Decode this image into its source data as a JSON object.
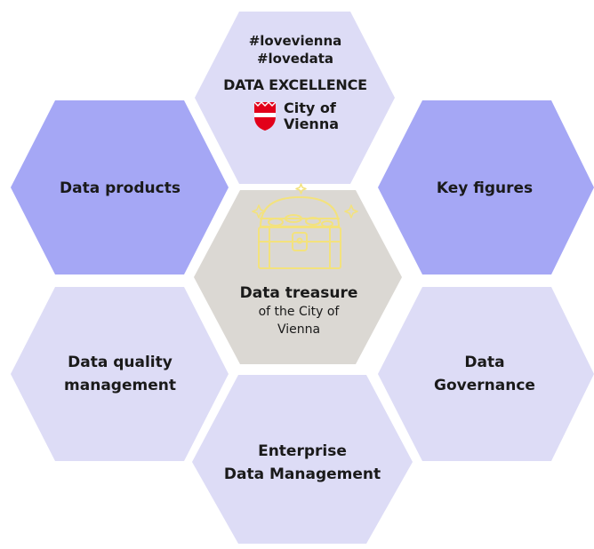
{
  "colors": {
    "dark_hex": "#a5a7f5",
    "light_hex": "#dddcf6",
    "center_hex": "#dbd8d3",
    "treasure_icon": "#f3e27d",
    "crest_red": "#e2001a"
  },
  "top": {
    "hashtag1": "#lovevienna",
    "hashtag2": "#lovedata",
    "heading": "DATA EXCELLENCE",
    "city_line1": "City of",
    "city_line2": "Vienna"
  },
  "left_upper": {
    "label": "Data products"
  },
  "right_upper": {
    "label": "Key figures"
  },
  "center": {
    "title": "Data treasure",
    "subtitle1": "of the City of",
    "subtitle2": "Vienna",
    "icon": "treasure-chest-icon"
  },
  "left_lower": {
    "line1": "Data quality",
    "line2": "management"
  },
  "right_lower": {
    "line1": "Data",
    "line2": "Governance"
  },
  "bottom": {
    "line1": "Enterprise",
    "line2": "Data Management"
  }
}
